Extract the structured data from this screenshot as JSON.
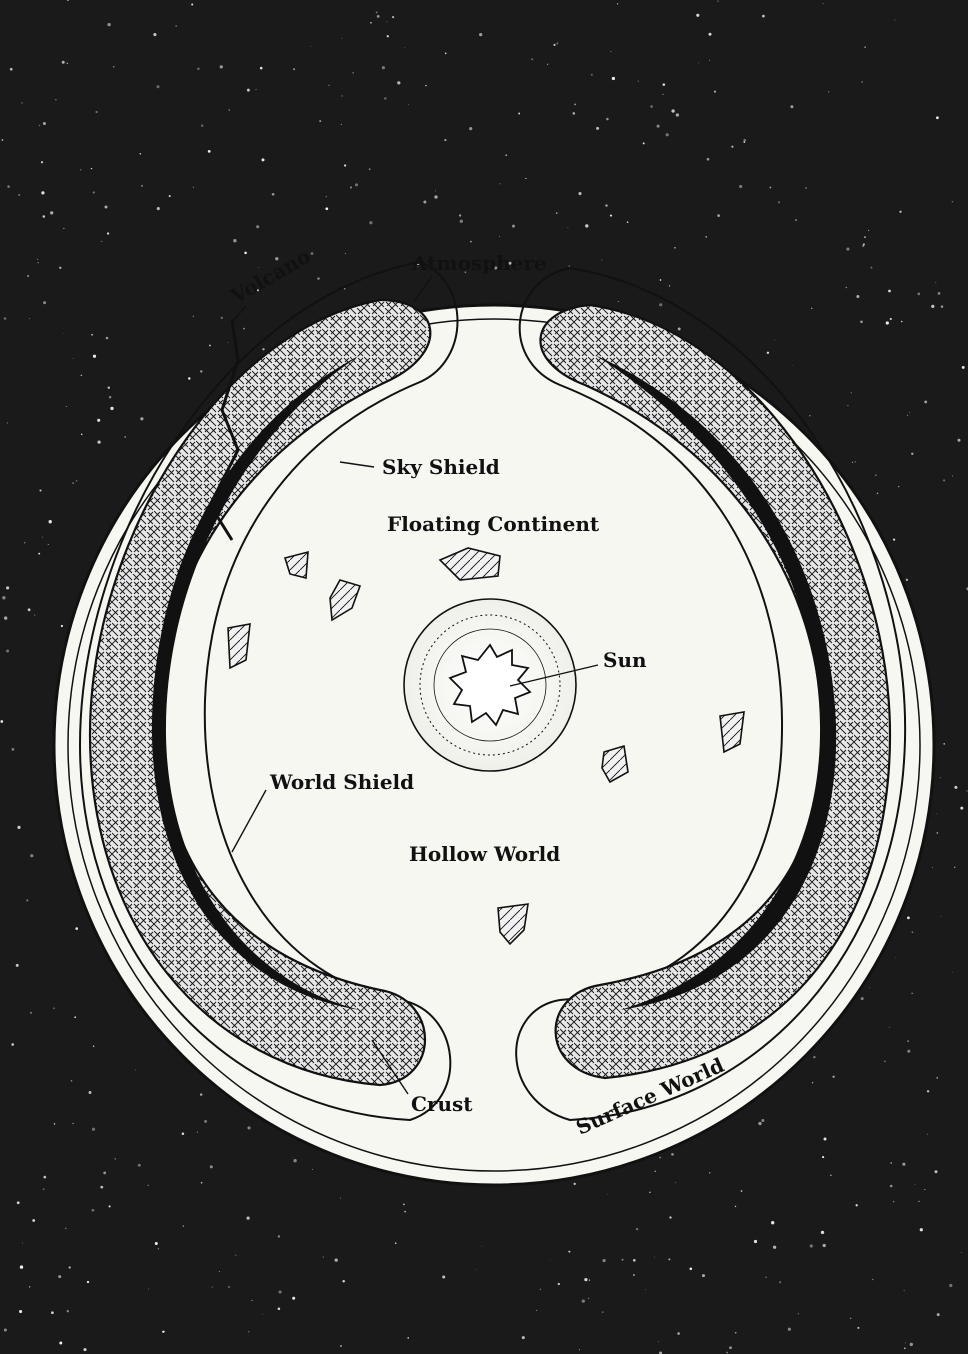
{
  "diagram": {
    "labels": {
      "atmosphere": "Atmosphere",
      "volcano": "Volcano",
      "sky_shield": "Sky Shield",
      "floating_continent": "Floating Continent",
      "sun": "Sun",
      "world_shield": "World Shield",
      "hollow_world": "Hollow World",
      "crust": "Crust",
      "surface_world": "Surface World"
    },
    "colors": {
      "space": "#1a1a1a",
      "atmosphere": "#f7f7f2",
      "crust_fill": "#cfcfcf",
      "line": "#111111",
      "stars": "#ffffff"
    }
  }
}
